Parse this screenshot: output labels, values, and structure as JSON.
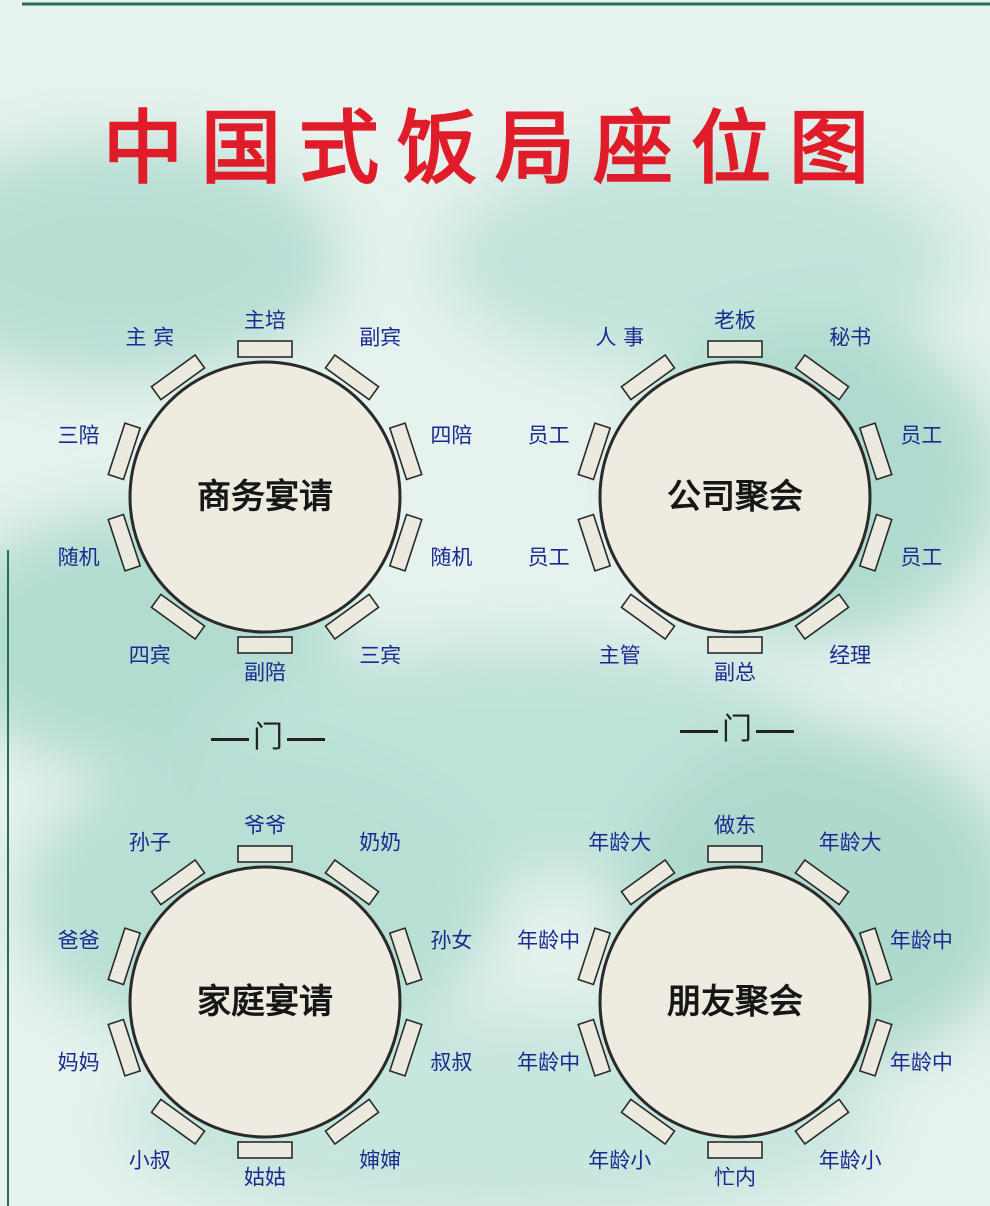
{
  "title": "中国式饭局座位图",
  "door_label": "门",
  "tables": [
    {
      "id": "business",
      "name": "商务宴请",
      "seats": [
        "主培",
        "副宾",
        "四陪",
        "随机",
        "三宾",
        "副陪",
        "四宾",
        "随机",
        "三陪",
        "主 宾"
      ]
    },
    {
      "id": "company",
      "name": "公司聚会",
      "seats": [
        "老板",
        "秘书",
        "员工",
        "员工",
        "经理",
        "副总",
        "主管",
        "员工",
        "员工",
        "人 事"
      ]
    },
    {
      "id": "family",
      "name": "家庭宴请",
      "seats": [
        "爷爷",
        "奶奶",
        "孙女",
        "叔叔",
        "婶婶",
        "姑姑",
        "小叔",
        "妈妈",
        "爸爸",
        "孙子"
      ]
    },
    {
      "id": "friends",
      "name": "朋友聚会",
      "seats": [
        "做东",
        "年龄大",
        "年龄中",
        "年龄中",
        "年龄小",
        "忙内",
        "年龄小",
        "年龄中",
        "年龄中",
        "年龄大"
      ]
    }
  ],
  "colors": {
    "title": "#e01c2a",
    "label": "#1b2a8e",
    "table_fill": "#eeebe0",
    "table_stroke": "#2a2a2a",
    "background": "#e3f1ec"
  }
}
